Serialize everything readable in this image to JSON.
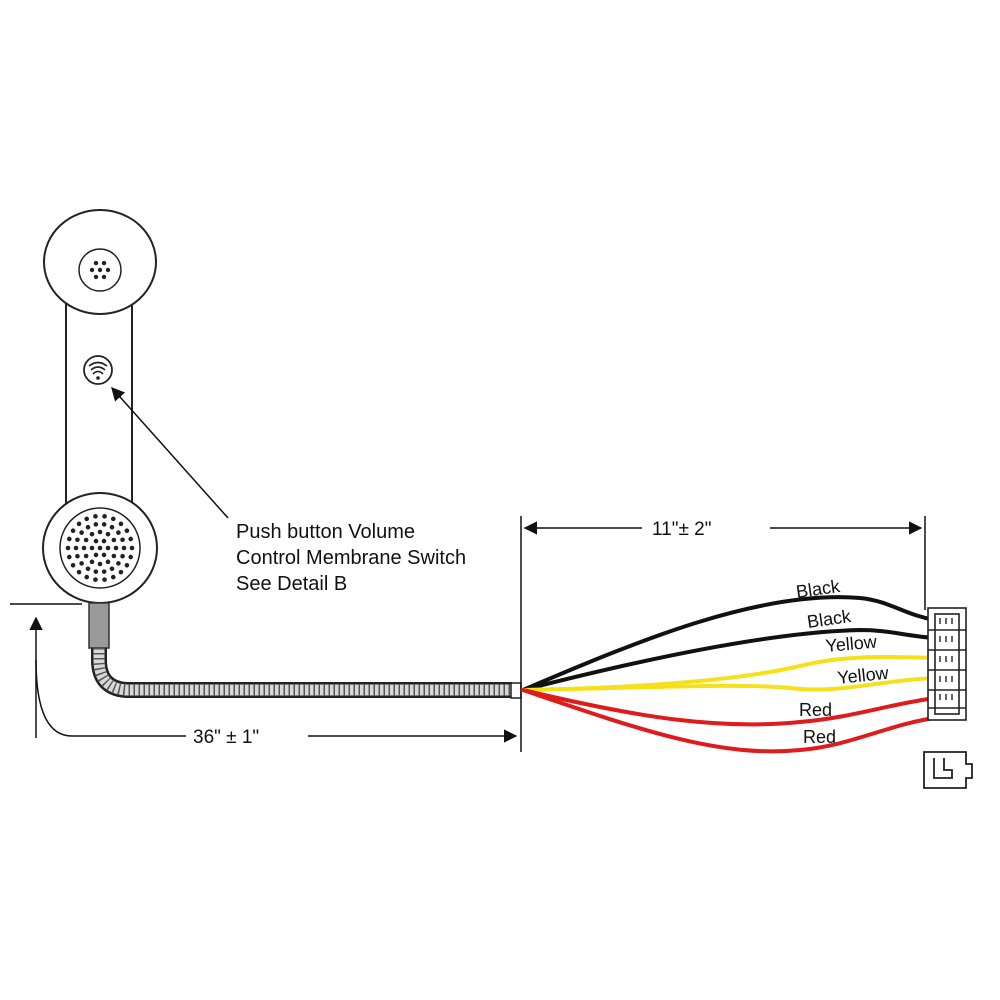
{
  "callout": {
    "line1": "Push button Volume",
    "line2": "Control Membrane Switch",
    "line3": "See Detail B"
  },
  "dimensions": {
    "cord_length": "36\" ± 1\"",
    "lead_length": "11\"± 2\""
  },
  "wires": [
    {
      "label": "Black",
      "color": "#111111"
    },
    {
      "label": "Black",
      "color": "#111111"
    },
    {
      "label": "Yellow",
      "color": "#f5e11a"
    },
    {
      "label": "Yellow",
      "color": "#f5e11a"
    },
    {
      "label": "Red",
      "color": "#e01b1b"
    },
    {
      "label": "Red",
      "color": "#e01b1b"
    }
  ]
}
